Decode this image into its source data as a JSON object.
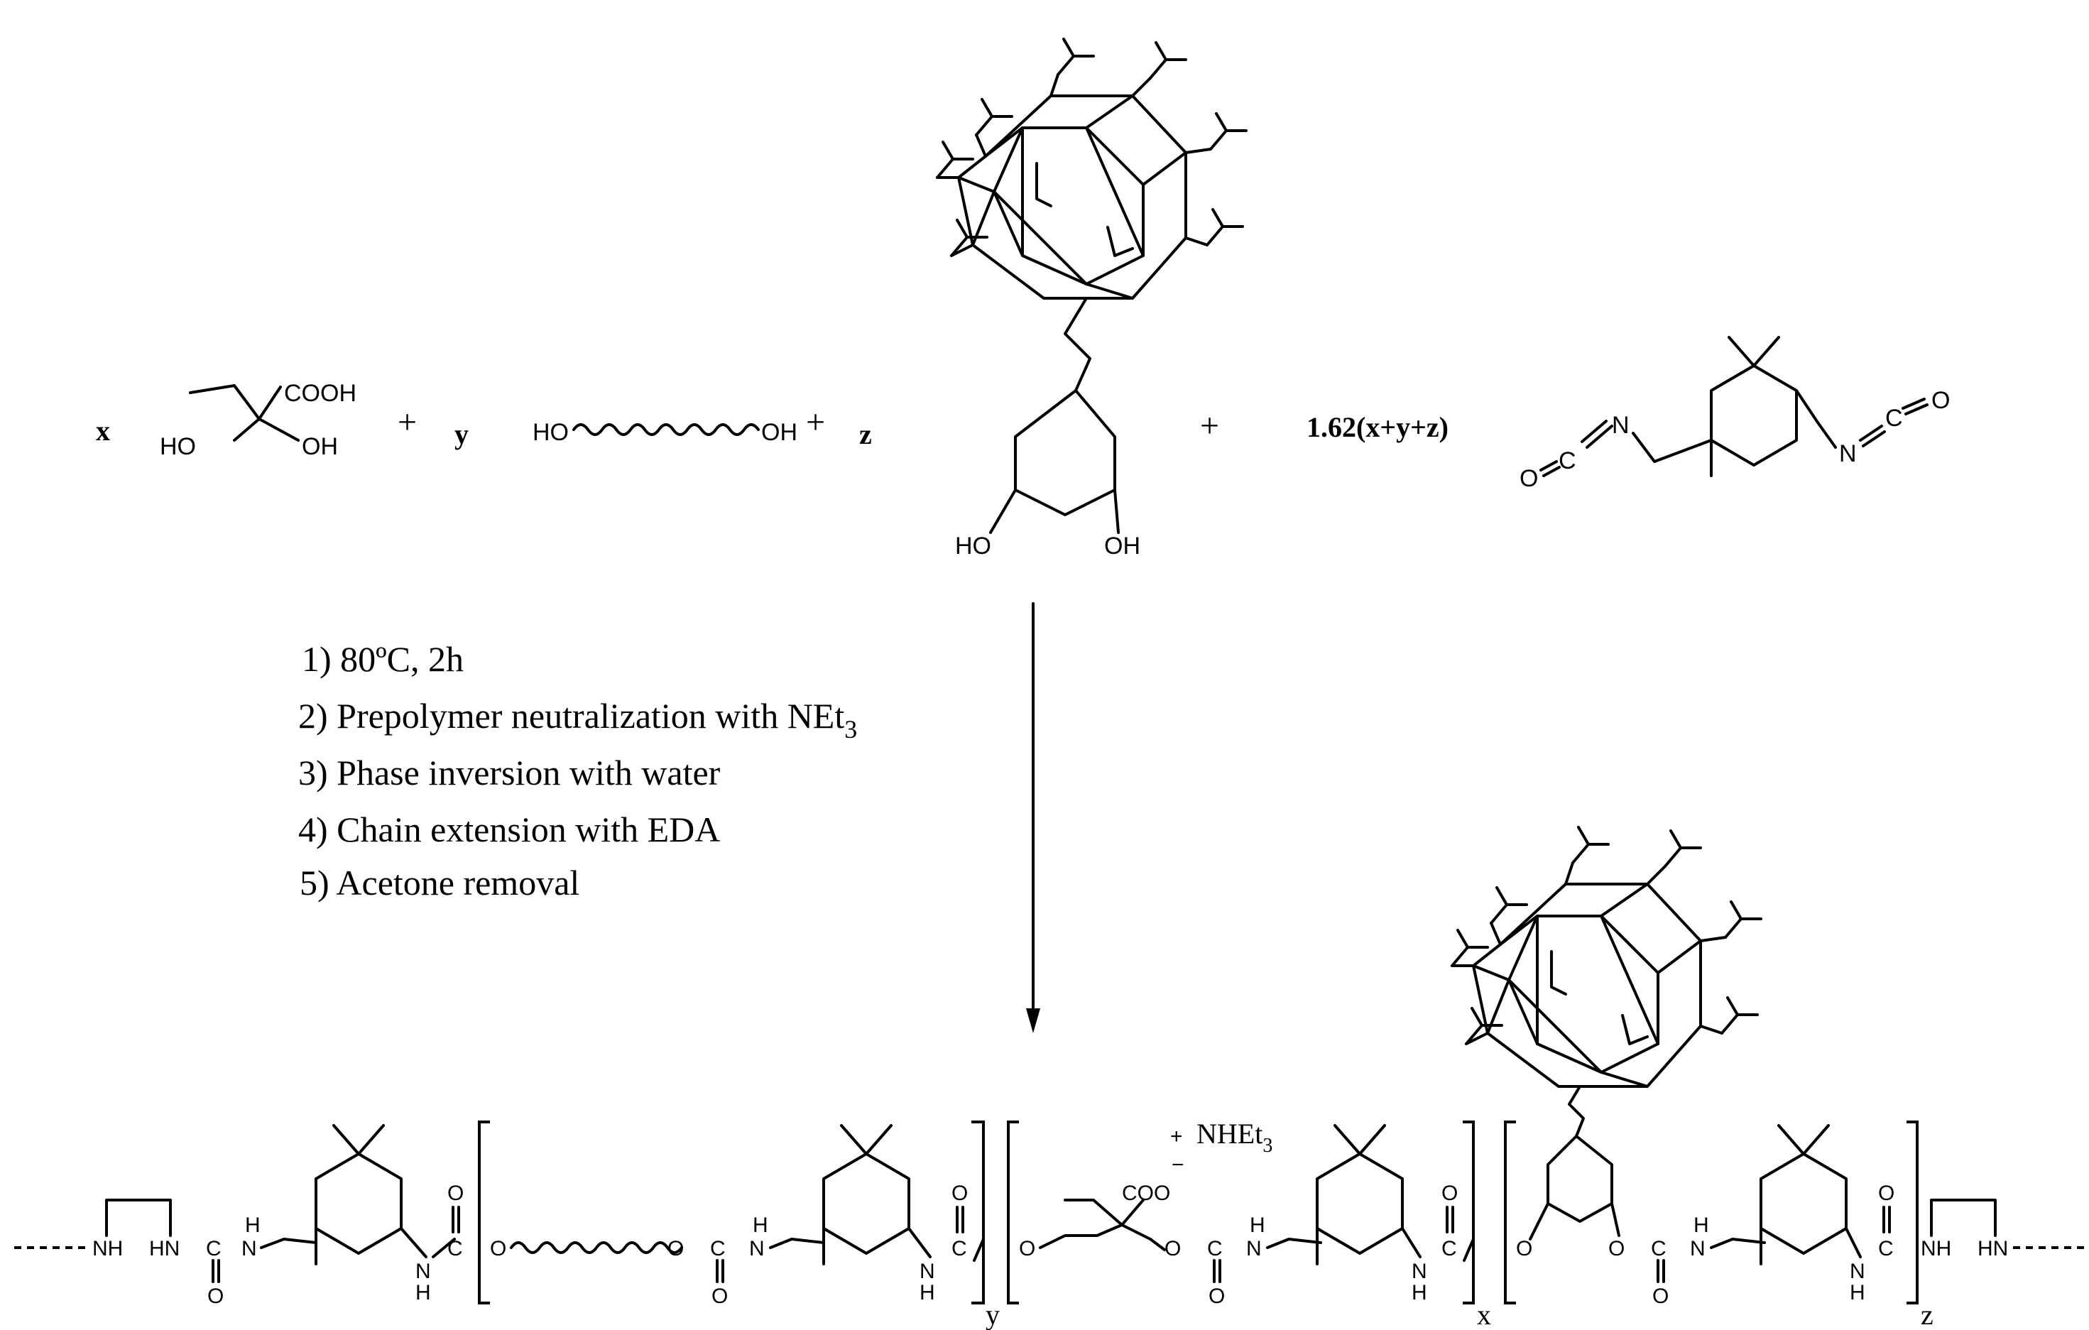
{
  "reactants": {
    "coef_x": "x",
    "dmpa_cooh": "COOH",
    "dmpa_ho": "HO",
    "dmpa_oh": "OH",
    "plus": "+",
    "coef_y": "y",
    "polyol_ho": "HO",
    "polyol_oh": "OH",
    "coef_z": "z",
    "poss_ho": "HO",
    "poss_oh": "OH",
    "coef_ipdi": "1.62(x+y+z)",
    "ipdi_o": "O",
    "ipdi_c": "C",
    "ipdi_n": "N"
  },
  "conditions": {
    "step1": "1) 80ºC, 2h",
    "step2": "2) Prepolymer neutralization with NEt",
    "step2_sub": "3",
    "step3": "3) Phase inversion with water",
    "step4": "4) Chain extension with EDA",
    "step5": "5) Acetone removal"
  },
  "product": {
    "nh": "NH",
    "hn": "HN",
    "h": "H",
    "n": "N",
    "c": "C",
    "o": "O",
    "coo": "COO",
    "cation_label": "NHEt",
    "cation_sub": "3",
    "plus_charge": "+",
    "minus_charge": "−",
    "sub_y": "y",
    "sub_x": "x",
    "sub_z": "z"
  }
}
